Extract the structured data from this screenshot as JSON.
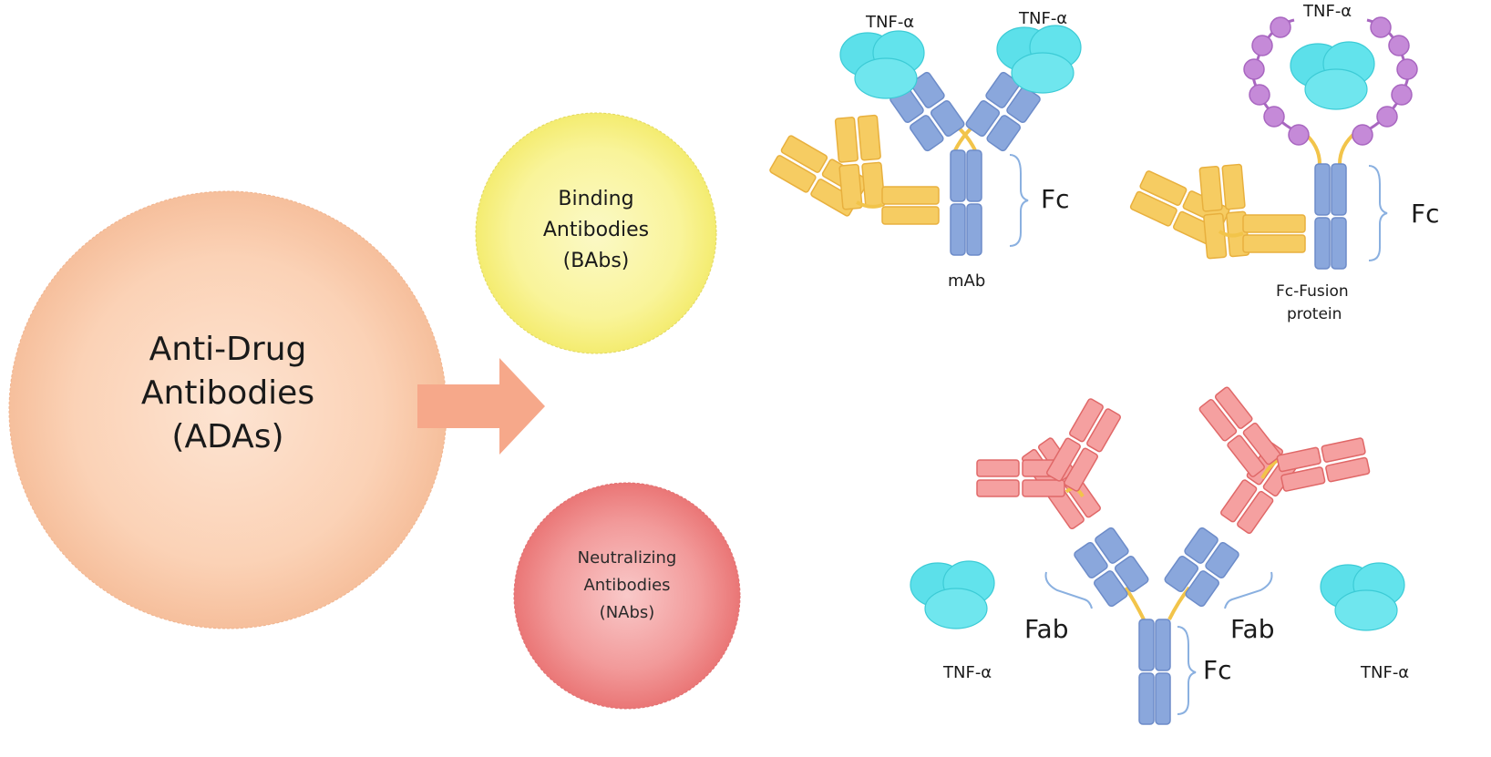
{
  "ada": {
    "line1": "Anti-Drug",
    "line2": "Antibodies",
    "line3": "(ADAs)"
  },
  "babs": {
    "line1": "Binding",
    "line2": "Antibodies",
    "line3": "(BAbs)"
  },
  "nabs": {
    "line1": "Neutralizing",
    "line2": "Antibodies",
    "line3": "(NAbs)"
  },
  "labels": {
    "tnf": "TNF-α",
    "fc": "Fc",
    "fab": "Fab",
    "mab": "mAb",
    "fusion_line1": "Fc-Fusion",
    "fusion_line2": "protein"
  },
  "colors": {
    "ada_circle": "#f9c9a8",
    "babs_circle": "#f7f17a",
    "nabs_circle": "#ee7d7d",
    "arrow": "#f6a88a",
    "drug_blue": "#8aa7dc",
    "tnf_cyan": "#5ce0ea",
    "bab_yellow": "#f6cc62",
    "nab_red": "#f5a0a0",
    "linker_purple": "#c58ad8",
    "hinge": "#f2c44a",
    "bracket": "#8ab0e0"
  }
}
